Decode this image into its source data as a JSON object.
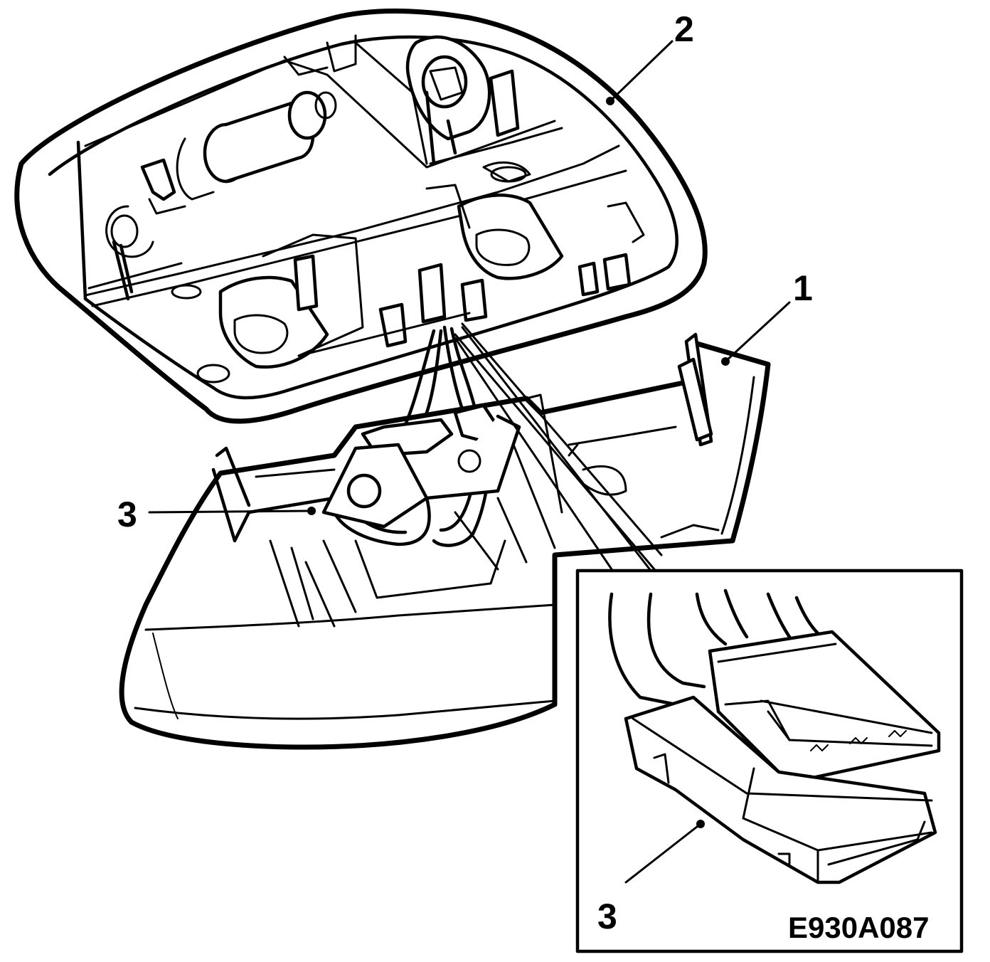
{
  "labels": {
    "part1": "1",
    "part2": "2",
    "part3_main": "3",
    "part3_inset": "3"
  },
  "figure_code": "E930A087"
}
